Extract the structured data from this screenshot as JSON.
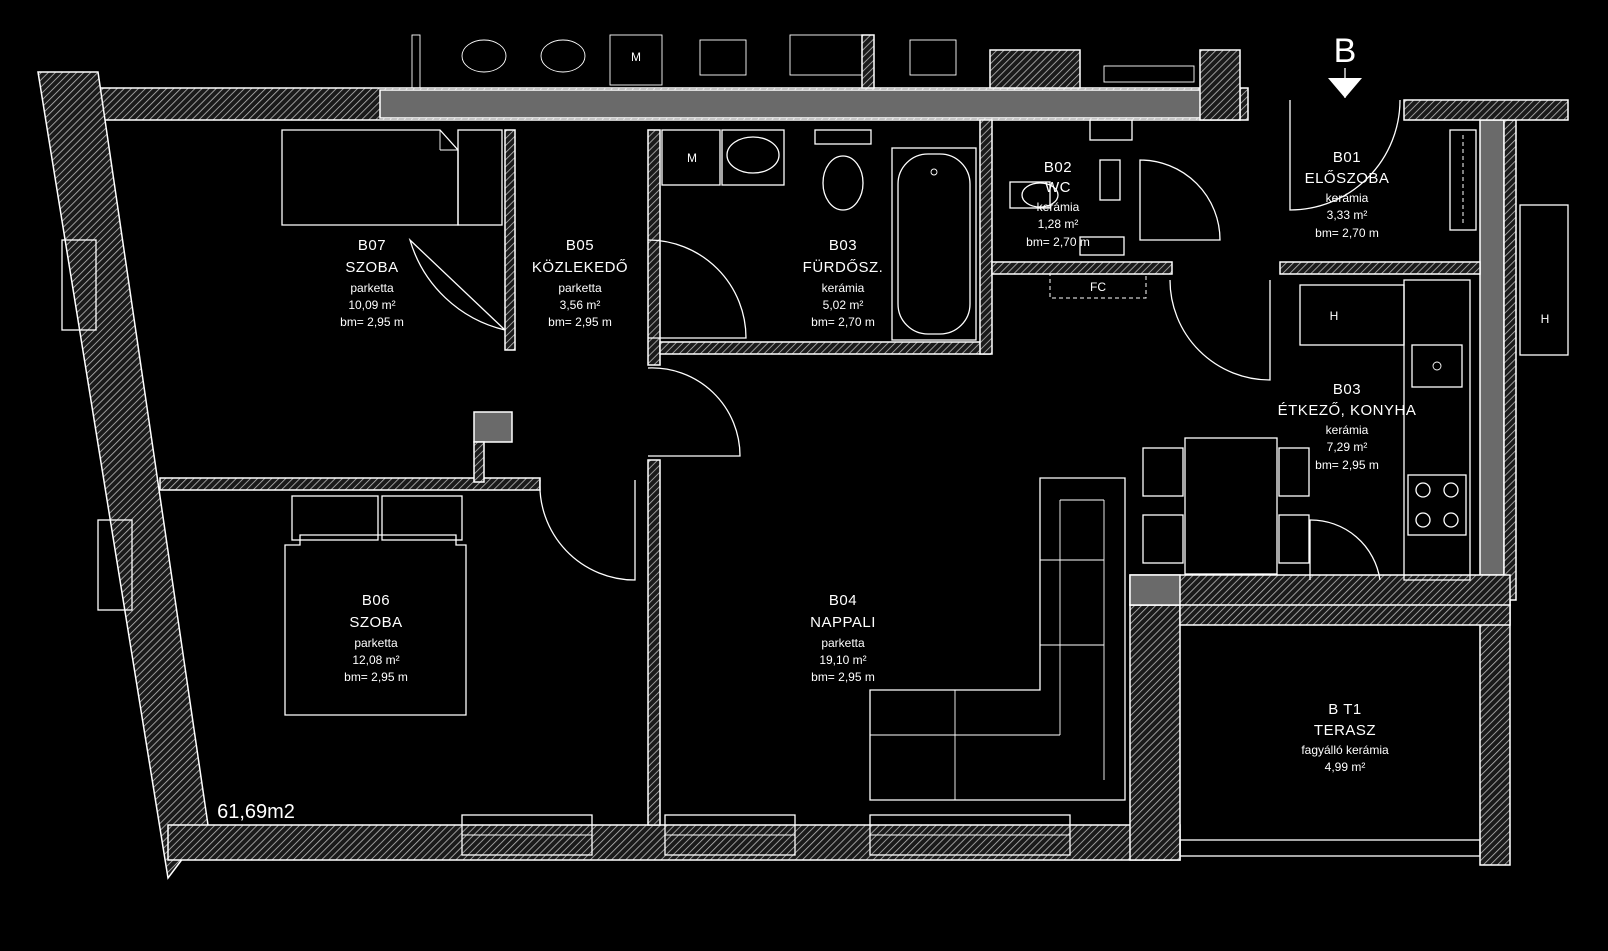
{
  "plan": {
    "section_marker": "B",
    "total_area": "61,69m2",
    "rooms": [
      {
        "id": "b07",
        "code": "B07",
        "name": "SZOBA",
        "floor": "parketta",
        "area": "10,09 m²",
        "height": "bm= 2,95 m"
      },
      {
        "id": "b05",
        "code": "B05",
        "name": "KÖZLEKEDŐ",
        "floor": "parketta",
        "area": "3,56 m²",
        "height": "bm= 2,95 m"
      },
      {
        "id": "b03",
        "code": "B03",
        "name": "FÜRDŐSZ.",
        "floor": "kerámia",
        "area": "5,02 m²",
        "height": "bm= 2,70 m"
      },
      {
        "id": "b02",
        "code": "B02",
        "name": "WC",
        "floor": "kerámia",
        "area": "1,28 m²",
        "height": "bm= 2,70 m"
      },
      {
        "id": "b01",
        "code": "B01",
        "name": "ELŐSZOBA",
        "floor": "kerámia",
        "area": "3,33 m²",
        "height": "bm= 2,70 m"
      },
      {
        "id": "b00",
        "code": "B03",
        "name": "ÉTKEZŐ, KONYHA",
        "floor": "kerámia",
        "area": "7,29 m²",
        "height": "bm= 2,95 m"
      },
      {
        "id": "b06",
        "code": "B06",
        "name": "SZOBA",
        "floor": "parketta",
        "area": "12,08 m²",
        "height": "bm= 2,95 m"
      },
      {
        "id": "b04",
        "code": "B04",
        "name": "NAPPALI",
        "floor": "parketta",
        "area": "19,10 m²",
        "height": "bm= 2,95 m"
      },
      {
        "id": "bt1",
        "code": "B T1",
        "name": "TERASZ",
        "floor": "fagyálló kerámia",
        "area": "4,99 m²",
        "height": ""
      }
    ],
    "fixtures": {
      "washer_1": "M",
      "washer_2": "M",
      "fridge": "H",
      "fridge_2": "H",
      "fc": "FC"
    }
  }
}
